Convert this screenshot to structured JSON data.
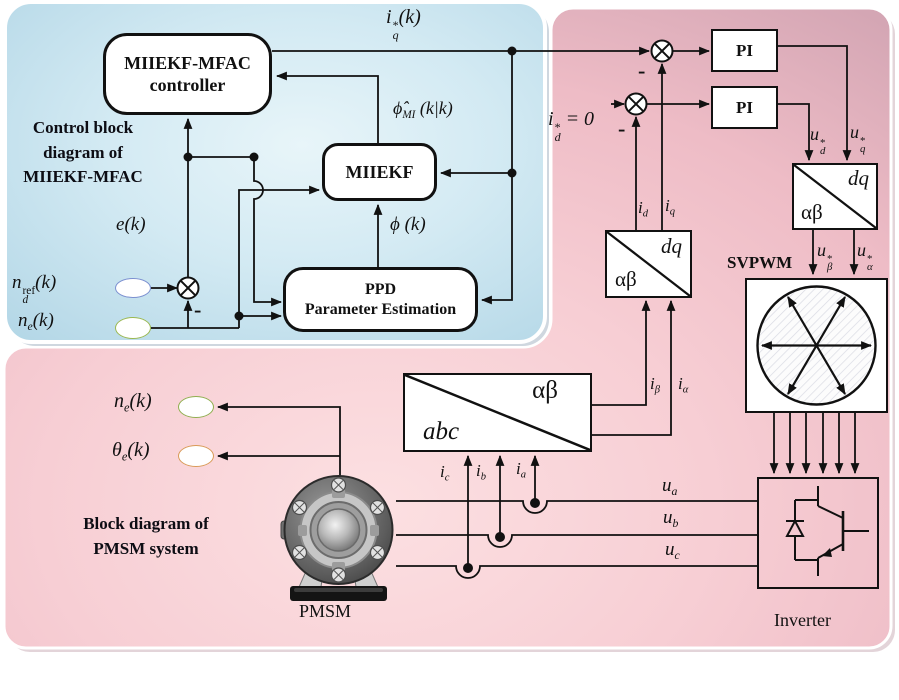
{
  "panels": {
    "control": {
      "caption_lines": [
        "Control block",
        "diagram of",
        "MIIEKF-MFAC"
      ]
    },
    "plant": {
      "caption_lines": [
        "Block diagram of",
        "PMSM system"
      ]
    }
  },
  "blocks": {
    "controller": {
      "line1": "MIIEKF-MFAC",
      "line2": "controller"
    },
    "miiekf": {
      "label": "MIIEKF"
    },
    "ppd": {
      "line1": "PPD",
      "line2": "Parameter Estimation"
    },
    "pi_speed": {
      "label": "PI"
    },
    "pi_current": {
      "label": "PI"
    },
    "dq_voltage": {
      "top": "dq",
      "bottom": "αβ"
    },
    "dq_current": {
      "top": "dq",
      "bottom": "αβ"
    },
    "clarke": {
      "top": "αβ",
      "bottom": "abc"
    },
    "svpwm": {
      "label": "SVPWM"
    },
    "inverter": {
      "label": "Inverter"
    },
    "pmsm": {
      "label": "PMSM"
    }
  },
  "signals": {
    "iq_ref": {
      "base": "i",
      "sup": "*",
      "sub": "q",
      "suffix": "(k)"
    },
    "phi_hat": {
      "base": "ϕ̂",
      "sub": "MI",
      "suffix": " (k|k)"
    },
    "e": {
      "base": "e",
      "suffix": "(k)"
    },
    "nd_ref": {
      "base": "n",
      "sup": "ref",
      "sub": "d",
      "suffix": "(k)"
    },
    "ne": {
      "base": "n",
      "sub": "e",
      "suffix": "(k)"
    },
    "phi": {
      "base": "ϕ",
      "suffix": " (k)"
    },
    "id_ref": {
      "base": "i",
      "sup": "*",
      "sub": "d",
      "suffix": " = 0"
    },
    "id": {
      "base": "i",
      "sub": "d"
    },
    "iq": {
      "base": "i",
      "sub": "q"
    },
    "ud_ref": {
      "base": "u",
      "sup": "*",
      "sub": "d"
    },
    "uq_ref": {
      "base": "u",
      "sup": "*",
      "sub": "q"
    },
    "ubeta_ref": {
      "base": "u",
      "sup": "*",
      "sub": "β"
    },
    "ualpha_ref": {
      "base": "u",
      "sup": "*",
      "sub": "α"
    },
    "ibeta": {
      "base": "i",
      "sub": "β"
    },
    "ialpha": {
      "base": "i",
      "sub": "α"
    },
    "ia": {
      "base": "i",
      "sub": "a"
    },
    "ib": {
      "base": "i",
      "sub": "b"
    },
    "ic": {
      "base": "i",
      "sub": "c"
    },
    "ua": {
      "base": "u",
      "sub": "a"
    },
    "ub": {
      "base": "u",
      "sub": "b"
    },
    "uc": {
      "base": "u",
      "sub": "c"
    },
    "ne_out": {
      "base": "n",
      "sub": "e",
      "suffix": "(k)"
    },
    "theta_out": {
      "base": "θ",
      "sub": "e",
      "suffix": "(k)"
    },
    "minus": "-"
  },
  "colors": {
    "panel_blue": "#cde7f1",
    "panel_pink": "#f3c9d1",
    "wire": "#111111",
    "block_fill": "#ffffff",
    "block_border": "#111111",
    "ellipse_blue_border": "#7b8fd0",
    "ellipse_green_border": "#9ab84f",
    "ellipse_orange_border": "#d99a57"
  }
}
